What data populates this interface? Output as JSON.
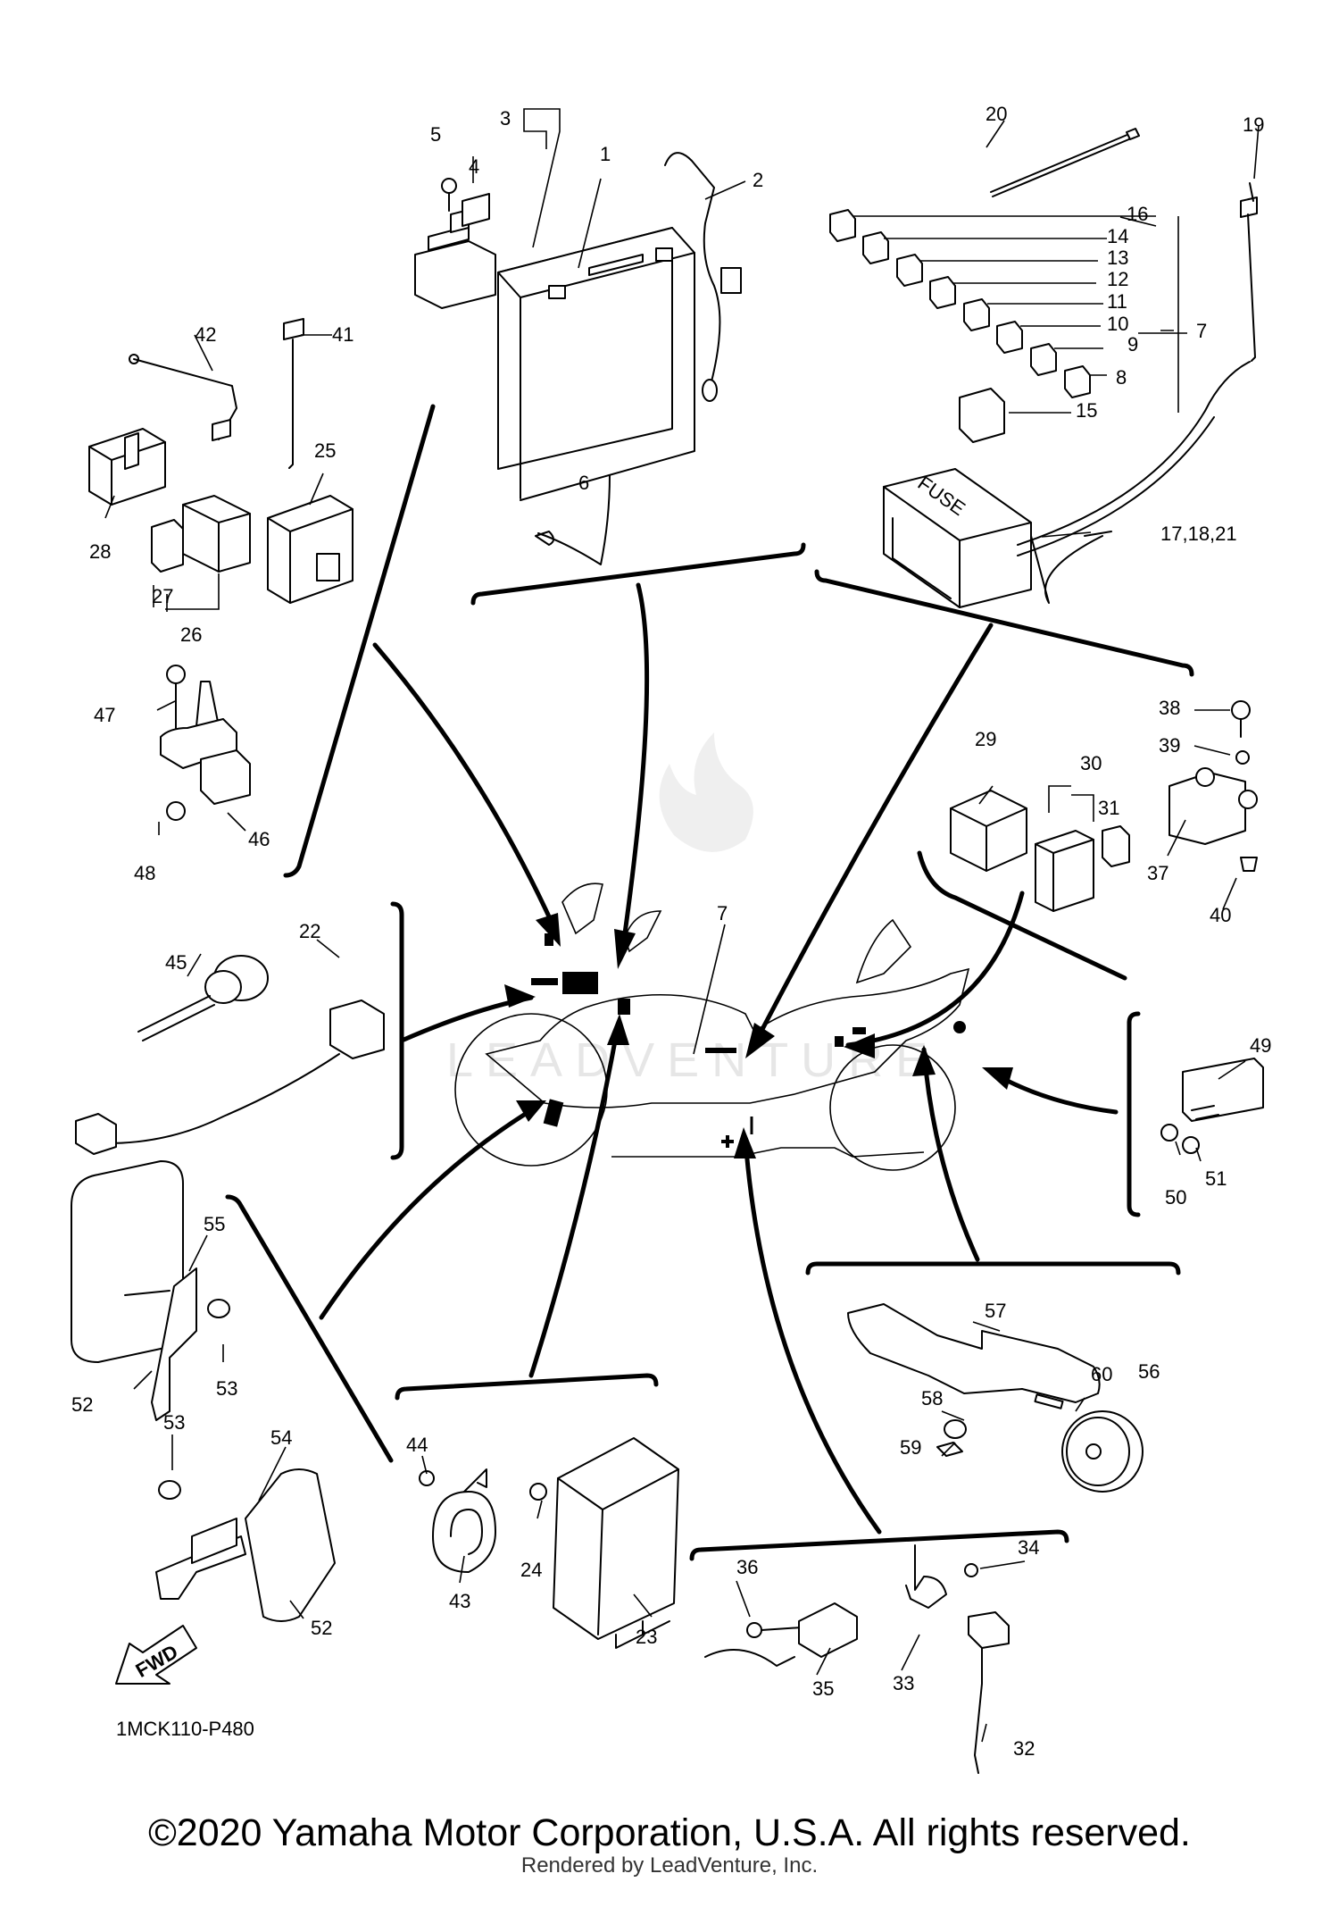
{
  "diagram": {
    "part_code": "1MCK110-P480",
    "fwd_label": "FWD",
    "fuse_label": "FUSE",
    "watermark_text": "LEADVENTURE",
    "callouts": [
      {
        "id": "c1",
        "label": "1"
      },
      {
        "id": "c2",
        "label": "2"
      },
      {
        "id": "c3",
        "label": "3"
      },
      {
        "id": "c4",
        "label": "4"
      },
      {
        "id": "c5",
        "label": "5"
      },
      {
        "id": "c6",
        "label": "6"
      },
      {
        "id": "c7a",
        "label": "7"
      },
      {
        "id": "c7b",
        "label": "7"
      },
      {
        "id": "c8",
        "label": "8"
      },
      {
        "id": "c9",
        "label": "9"
      },
      {
        "id": "c10",
        "label": "10"
      },
      {
        "id": "c11",
        "label": "11"
      },
      {
        "id": "c12",
        "label": "12"
      },
      {
        "id": "c13",
        "label": "13"
      },
      {
        "id": "c14",
        "label": "14"
      },
      {
        "id": "c15",
        "label": "15"
      },
      {
        "id": "c16",
        "label": "16"
      },
      {
        "id": "c17",
        "label": "17,18,21"
      },
      {
        "id": "c19",
        "label": "19"
      },
      {
        "id": "c20",
        "label": "20"
      },
      {
        "id": "c22",
        "label": "22"
      },
      {
        "id": "c23",
        "label": "23"
      },
      {
        "id": "c24",
        "label": "24"
      },
      {
        "id": "c25",
        "label": "25"
      },
      {
        "id": "c26",
        "label": "26"
      },
      {
        "id": "c27",
        "label": "27"
      },
      {
        "id": "c28",
        "label": "28"
      },
      {
        "id": "c29",
        "label": "29"
      },
      {
        "id": "c30",
        "label": "30"
      },
      {
        "id": "c31",
        "label": "31"
      },
      {
        "id": "c32",
        "label": "32"
      },
      {
        "id": "c33",
        "label": "33"
      },
      {
        "id": "c34",
        "label": "34"
      },
      {
        "id": "c35",
        "label": "35"
      },
      {
        "id": "c36",
        "label": "36"
      },
      {
        "id": "c37",
        "label": "37"
      },
      {
        "id": "c38",
        "label": "38"
      },
      {
        "id": "c39",
        "label": "39"
      },
      {
        "id": "c40",
        "label": "40"
      },
      {
        "id": "c41",
        "label": "41"
      },
      {
        "id": "c42",
        "label": "42"
      },
      {
        "id": "c43",
        "label": "43"
      },
      {
        "id": "c44",
        "label": "44"
      },
      {
        "id": "c45",
        "label": "45"
      },
      {
        "id": "c46",
        "label": "46"
      },
      {
        "id": "c47",
        "label": "47"
      },
      {
        "id": "c48",
        "label": "48"
      },
      {
        "id": "c49",
        "label": "49"
      },
      {
        "id": "c50",
        "label": "50"
      },
      {
        "id": "c51",
        "label": "51"
      },
      {
        "id": "c52a",
        "label": "52"
      },
      {
        "id": "c52b",
        "label": "52"
      },
      {
        "id": "c53a",
        "label": "53"
      },
      {
        "id": "c53b",
        "label": "53"
      },
      {
        "id": "c54",
        "label": "54"
      },
      {
        "id": "c55",
        "label": "55"
      },
      {
        "id": "c56",
        "label": "56"
      },
      {
        "id": "c57",
        "label": "57"
      },
      {
        "id": "c58",
        "label": "58"
      },
      {
        "id": "c59",
        "label": "59"
      },
      {
        "id": "c60",
        "label": "60"
      }
    ]
  },
  "footer": {
    "copyright": "©2020 Yamaha Motor Corporation, U.S.A. All rights reserved.",
    "rendered_by": "Rendered by LeadVenture, Inc."
  }
}
